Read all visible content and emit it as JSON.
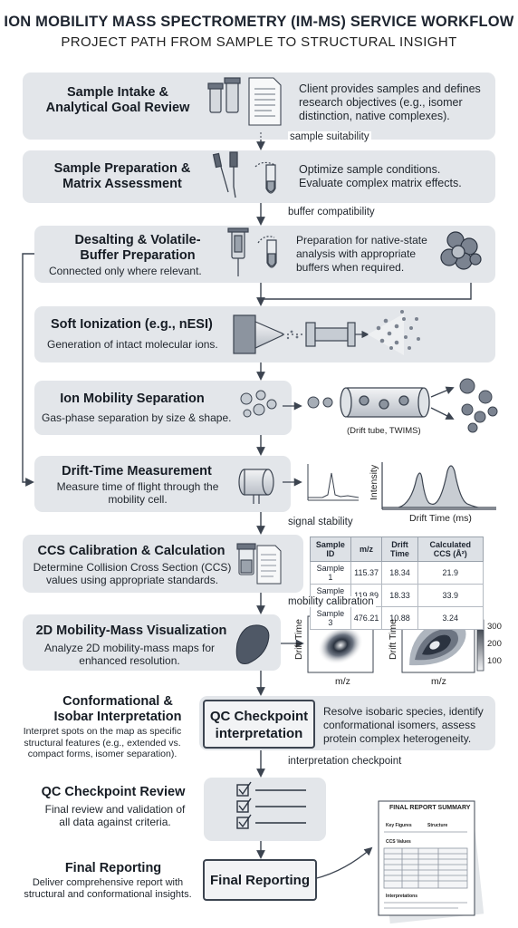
{
  "header": {
    "title": "ION MOBILITY MASS SPECTROMETRY (IM-MS) SERVICE WORKFLOW",
    "subtitle": "PROJECT PATH FROM SAMPLE TO STRUCTURAL INSIGHT"
  },
  "stages": {
    "intake": {
      "title_line1": "Sample Intake &",
      "title_line2": "Analytical Goal Review",
      "side_line1": "Client provides samples and defines",
      "side_line2": "research objectives (e.g., isomer",
      "side_line3": "distinction, native complexes)."
    },
    "prep": {
      "title_line1": "Sample Preparation &",
      "title_line2": "Matrix Assessment",
      "side_line1": "Optimize sample conditions.",
      "side_line2": "Evaluate complex matrix effects."
    },
    "desalt": {
      "title_line1": "Desalting & Volatile-",
      "title_line2": "Buffer Preparation",
      "desc": "Connected only where relevant.",
      "side_line1": "Preparation for native-state",
      "side_line2": "analysis with appropriate",
      "side_line3": "buffers when required."
    },
    "ionization": {
      "title": "Soft Ionization (e.g., nESI)",
      "desc": "Generation of intact molecular ions."
    },
    "separation": {
      "title": "Ion Mobility Separation",
      "desc": "Gas-phase separation by size & shape.",
      "caption": "(Drift tube, TWIMS)"
    },
    "drift": {
      "title": "Drift-Time Measurement",
      "desc_line1": "Measure time of flight through the",
      "desc_line2": "mobility cell.",
      "plot_xlabel": "Drift Time (ms)",
      "plot_ylabel": "Intensity"
    },
    "ccs": {
      "title": "CCS Calibration & Calculation",
      "desc_line1": "Determine Collision Cross Section (CCS)",
      "desc_line2": "values using appropriate standards.",
      "table": {
        "headers": [
          "Sample ID",
          "m/z",
          "Drift Time",
          "Calculated CCS (Å²)"
        ],
        "rows": [
          [
            "Sample 1",
            "115.37",
            "18.34",
            "21.9"
          ],
          [
            "Sample 2",
            "119.89",
            "18.33",
            "33.9"
          ],
          [
            "Sample 3",
            "476.21",
            "10.88",
            "3.24"
          ]
        ]
      }
    },
    "viz": {
      "title": "2D Mobility-Mass Visualization",
      "desc_line1": "Analyze 2D mobility-mass maps for",
      "desc_line2": "enhanced resolution.",
      "xlabel": "m/z",
      "ylabel": "Drift Time",
      "colorbar_ticks": [
        "300",
        "200",
        "100"
      ]
    },
    "interp": {
      "title_line1": "Conformational &",
      "title_line2": "Isobar Interpretation",
      "desc_line1": "Interpret spots on the map as specific",
      "desc_line2": "structural features (e.g., extended vs.",
      "desc_line3": "compact forms, isomer separation).",
      "box_line1": "QC Checkpoint",
      "box_line2": "interpretation",
      "side_line1": "Resolve isobaric species, identify",
      "side_line2": "conformational isomers, assess",
      "side_line3": "protein complex heterogeneity."
    },
    "qc": {
      "title": "QC Checkpoint Review",
      "desc_line1": "Final review and validation of",
      "desc_line2": "all data against criteria."
    },
    "final": {
      "title": "Final Reporting",
      "desc_line1": "Deliver comprehensive report with",
      "desc_line2": "structural and conformational insights.",
      "box_label": "Final Reporting",
      "report_title": "FINAL REPORT SUMMARY",
      "report_section1": "Key Figures",
      "report_section2": "Structure",
      "report_section3": "CCS Values",
      "report_section4": "Interpretations"
    }
  },
  "connectors": {
    "c1": "sample suitability",
    "c2": "buffer compatibility",
    "c3": "signal stability",
    "c4": "mobility calibration",
    "c5": "interpretation checkpoint"
  },
  "colors": {
    "panel": "#e3e6ea",
    "line": "#3c4450",
    "heat_dark": "#2b3340",
    "heat_light": "#e8ebef"
  }
}
